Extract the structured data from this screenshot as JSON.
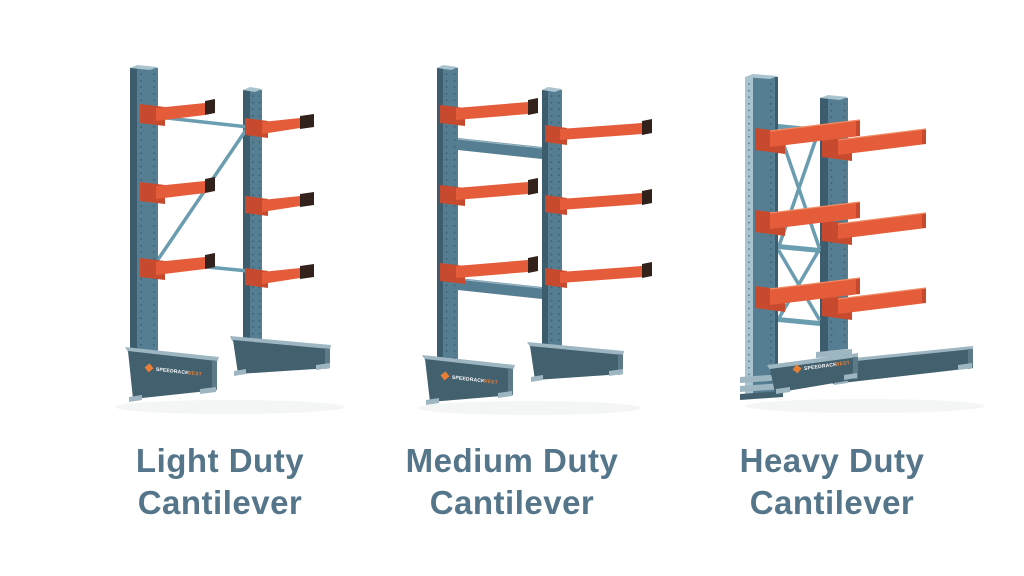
{
  "figures": [
    {
      "name": "light-duty",
      "line1": "Light Duty",
      "line2": "Cantilever",
      "logo": {
        "brand": "SPEEDRACK",
        "suffix": "WEST"
      }
    },
    {
      "name": "medium-duty",
      "line1": "Medium Duty",
      "line2": "Cantilever",
      "logo": {
        "brand": "SPEEDRACK",
        "suffix": "WEST"
      }
    },
    {
      "name": "heavy-duty",
      "line1": "Heavy Duty",
      "line2": "Cantilever",
      "logo": {
        "brand": "SPEEDRACK",
        "suffix": "WEST"
      }
    }
  ],
  "colors": {
    "upright_face": "#567e92",
    "upright_side": "#3d5c6d",
    "upright_highlight": "#a9c3cf",
    "arm": "#e55c3a",
    "arm_bracket": "#c84a2e",
    "arm_tip_cap": "#33211c",
    "brace": "#6b9db0",
    "base": "#42606e",
    "base_lip": "#9db6c1",
    "logo_accent": "#e87e33",
    "label_text": "#54758a",
    "background": "#ffffff"
  }
}
